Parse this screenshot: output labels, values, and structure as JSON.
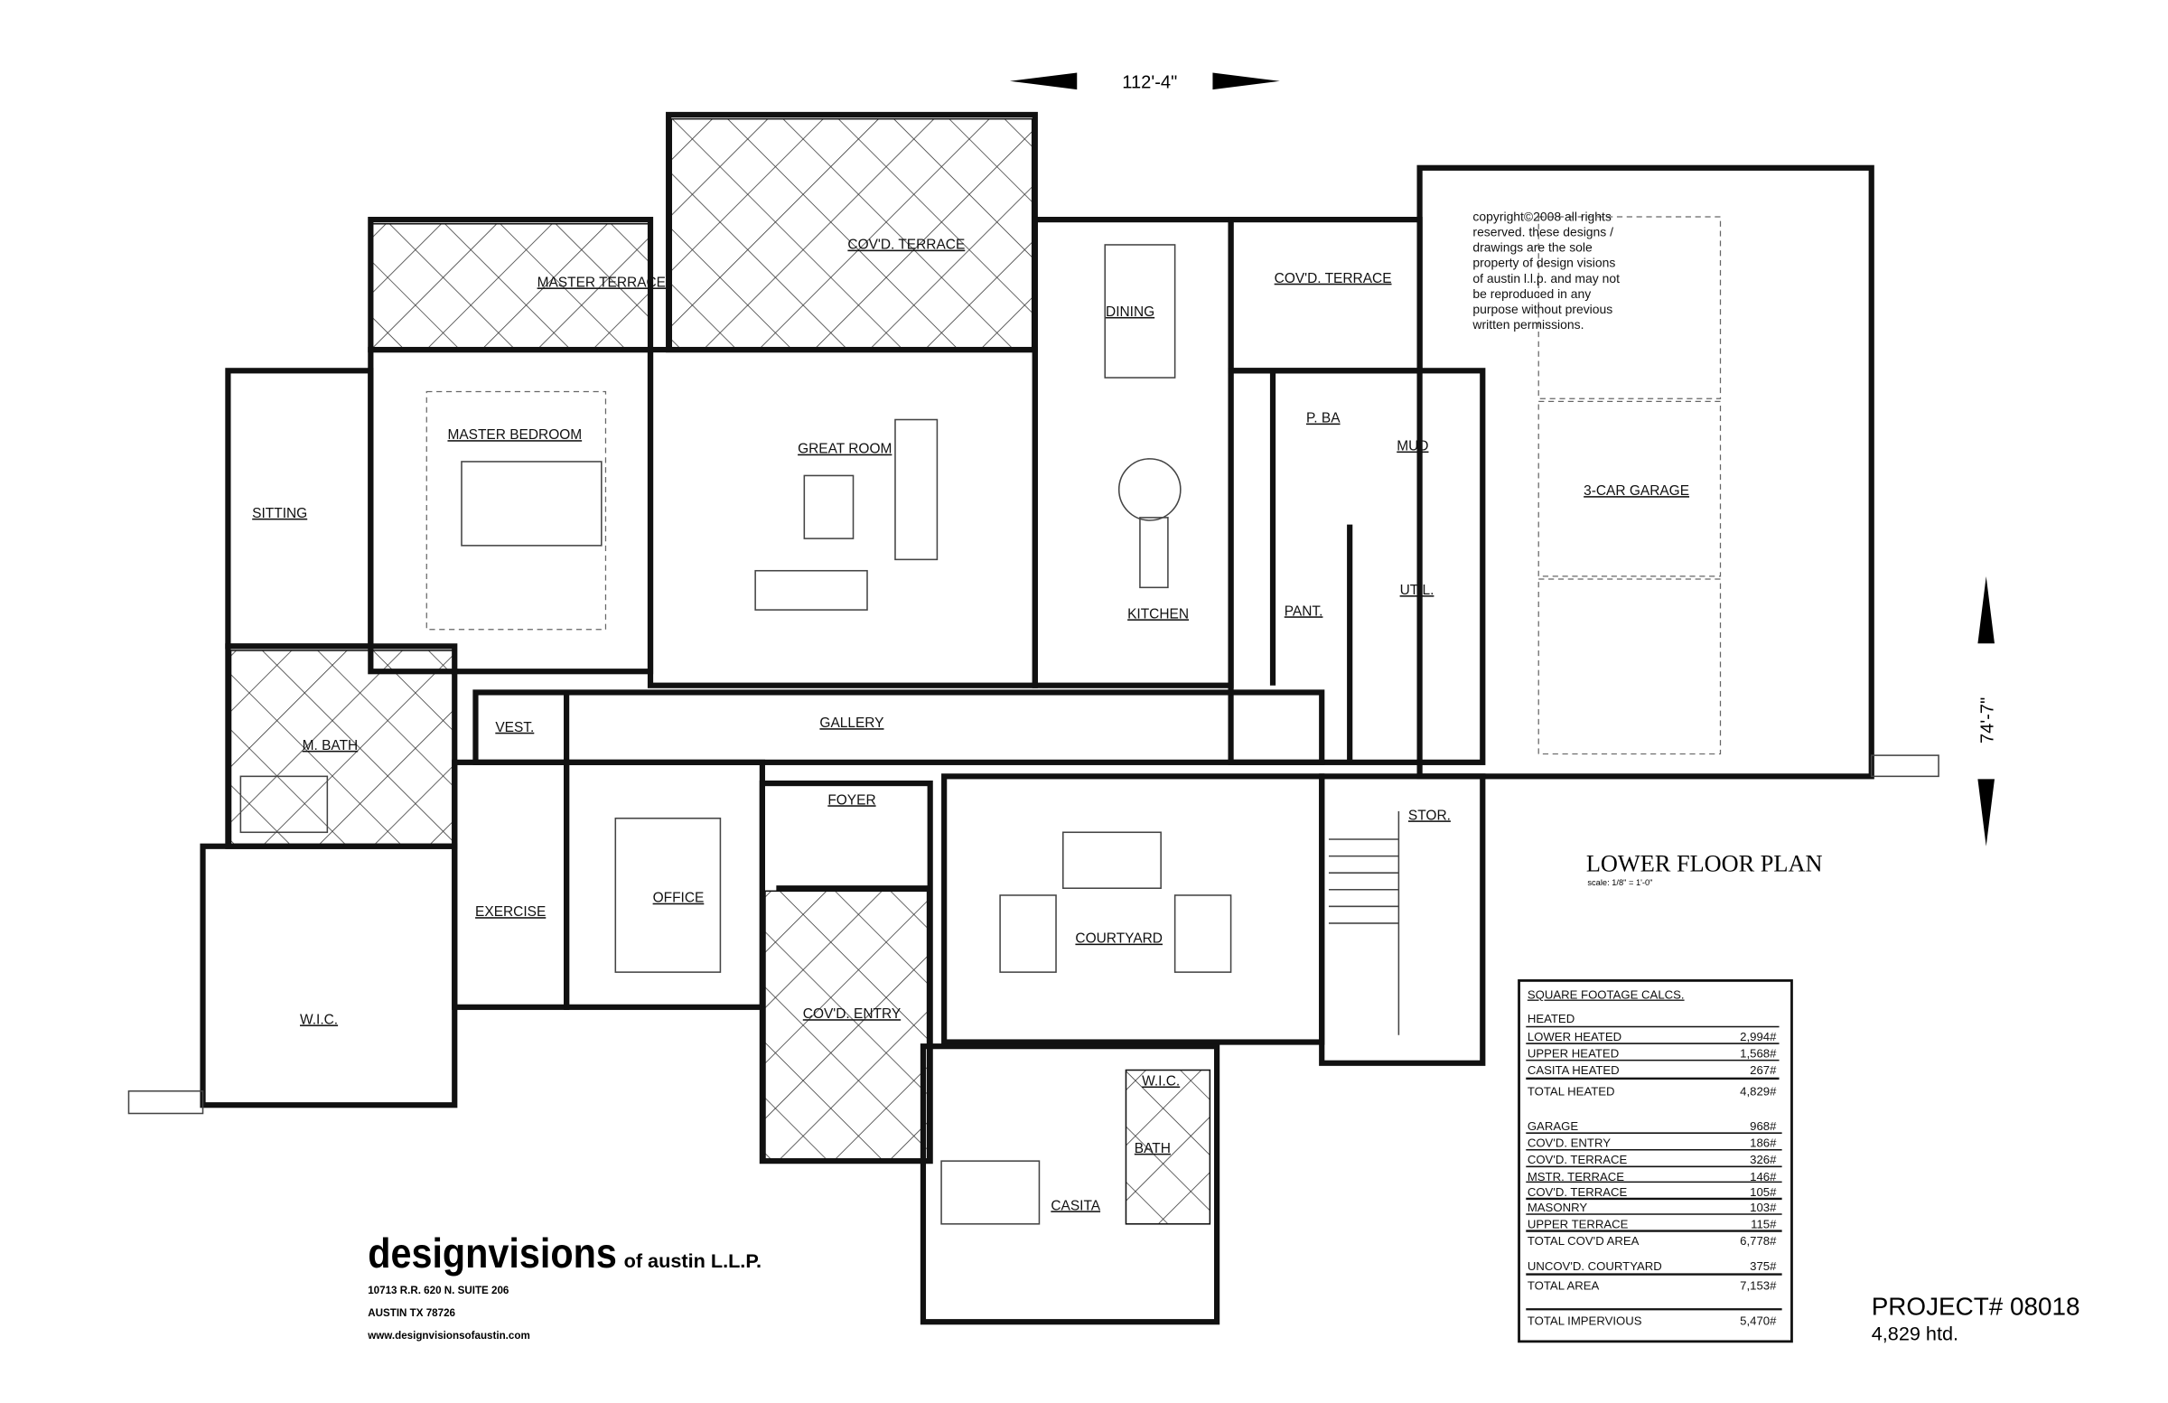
{
  "dimensions": {
    "width_label": "112'-4\"",
    "depth_label": "74'-7\""
  },
  "rooms": {
    "master_terrace": "MASTER TERRACE",
    "covd_terrace_top": "COV'D. TERRACE",
    "dining": "DINING",
    "covd_terrace_right": "COV'D. TERRACE",
    "garage": "3-CAR GARAGE",
    "sitting": "SITTING",
    "master_bedroom": "MASTER BEDROOM",
    "great_room": "GREAT ROOM",
    "kitchen": "KITCHEN",
    "pba": "P. BA",
    "mud": "MUD",
    "pant": "PANT.",
    "util": "UTIL.",
    "m_bath": "M. BATH",
    "vest": "VEST.",
    "gallery": "GALLERY",
    "foyer": "FOYER",
    "exercise": "EXERCISE",
    "office": "OFFICE",
    "courtyard": "COURTYARD",
    "stor": "STOR.",
    "wic": "W.I.C.",
    "covd_entry": "COV'D. ENTRY",
    "casita": "CASITA",
    "casita_wic": "W.I.C.",
    "casita_bath": "BATH"
  },
  "copyright": [
    "copyright©2008 all rights",
    "reserved.  these designs /",
    "drawings are the sole",
    "property of design visions",
    "of austin l.l.p. and may not",
    "be reproduced in any",
    "purpose without previous",
    "written permissions."
  ],
  "plan_title": "LOWER FLOOR PLAN",
  "plan_scale": "scale: 1/8\" = 1'-0\"",
  "sqft": {
    "title": "SQUARE FOOTAGE CALCS.",
    "heated_header": "HEATED",
    "heated_rows": [
      {
        "label": "LOWER HEATED",
        "value": "2,994#"
      },
      {
        "label": "UPPER HEATED",
        "value": "1,568#"
      },
      {
        "label": "CASITA HEATED",
        "value": "267#"
      },
      {
        "label": "TOTAL HEATED",
        "value": "4,829#"
      }
    ],
    "covered_rows": [
      {
        "label": "GARAGE",
        "value": "968#"
      },
      {
        "label": "COV'D. ENTRY",
        "value": "186#"
      },
      {
        "label": "COV'D. TERRACE",
        "value": "326#"
      },
      {
        "label": "MSTR. TERRACE",
        "value": "146#"
      },
      {
        "label": "COV'D. TERRACE",
        "value": "105#"
      },
      {
        "label": "MASONRY",
        "value": "103#"
      },
      {
        "label": "UPPER TERRACE",
        "value": "115#"
      },
      {
        "label": "TOTAL COV'D  AREA",
        "value": "6,778#"
      }
    ],
    "uncovered": {
      "label": "UNCOV'D. COURTYARD",
      "value": "375#"
    },
    "total_area": {
      "label": "TOTAL  AREA",
      "value": "7,153#"
    },
    "total_impervious": {
      "label": "TOTAL IMPERVIOUS",
      "value": "5,470#"
    }
  },
  "firm": {
    "logo_main": "designvisions",
    "logo_sub": "of austin L.L.P.",
    "address1": "10713 R.R. 620 N. SUITE 206",
    "address2": "AUSTIN TX 78726",
    "website": "www.designvisionsofaustin.com"
  },
  "project": {
    "number": "PROJECT# 08018",
    "heated": "4,829 htd."
  }
}
